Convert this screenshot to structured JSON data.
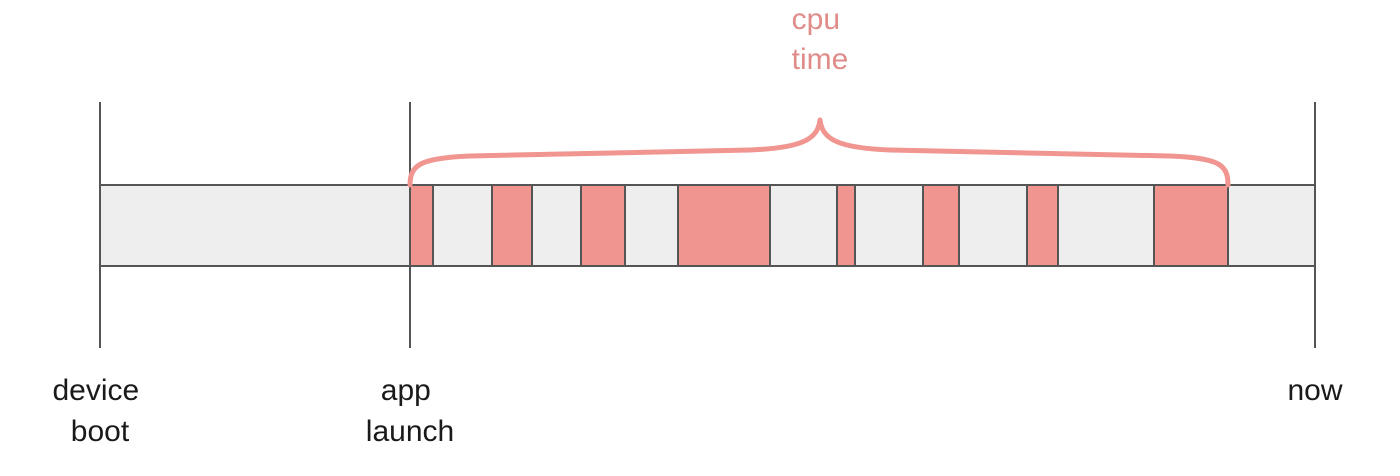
{
  "annotation": {
    "lines": [
      "cpu",
      "time"
    ],
    "color": "#e08c88"
  },
  "markers": [
    {
      "lines": [
        "device",
        "boot"
      ]
    },
    {
      "lines": [
        "app",
        "launch"
      ]
    },
    {
      "lines": [
        "now"
      ]
    }
  ],
  "colors": {
    "track_fill": "#eeeeee",
    "track_stroke": "#555555",
    "block_fill": "#f0958f",
    "brace": "#f0958f",
    "text": "#1a1a1a"
  }
}
